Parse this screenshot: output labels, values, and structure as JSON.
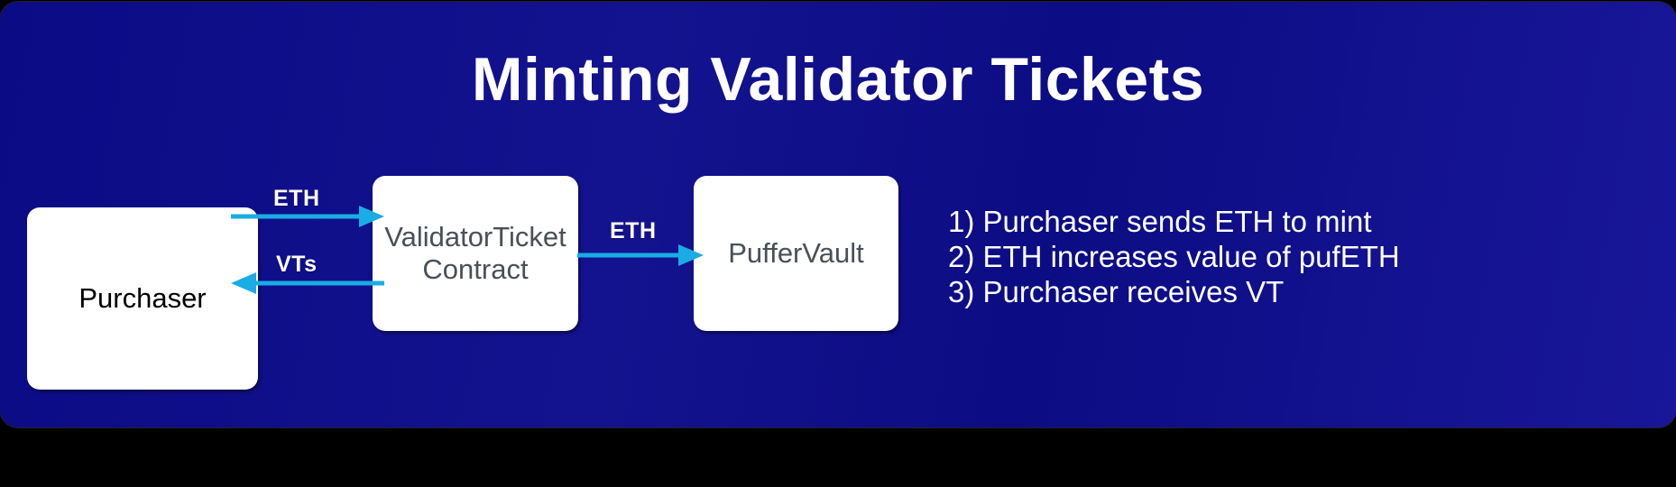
{
  "slide": {
    "title": "Minting Validator Tickets",
    "background_color": "#0d0d8c",
    "accent_arrow_color": "#1aace4",
    "box_fill_color": "#ffffff"
  },
  "nodes": [
    {
      "id": "purchaser",
      "label": "Purchaser",
      "text_color": "#000000"
    },
    {
      "id": "validator-ticket",
      "label": "ValidatorTicket\nContract",
      "text_color": "#4a5057"
    },
    {
      "id": "puffer-vault",
      "label": "PufferVault",
      "text_color": "#4a5057"
    }
  ],
  "arrows": [
    {
      "id": "eth-purchaser-to-contract",
      "label": "ETH",
      "direction": "right",
      "from": "purchaser",
      "to": "validator-ticket"
    },
    {
      "id": "vts-contract-to-purchaser",
      "label": "VTs",
      "direction": "left",
      "from": "validator-ticket",
      "to": "purchaser"
    },
    {
      "id": "eth-contract-to-vault",
      "label": "ETH",
      "direction": "right",
      "from": "validator-ticket",
      "to": "puffer-vault"
    }
  ],
  "steps": [
    "1) Purchaser sends ETH to mint",
    "2) ETH increases value of pufETH",
    "3) Purchaser receives VT"
  ]
}
